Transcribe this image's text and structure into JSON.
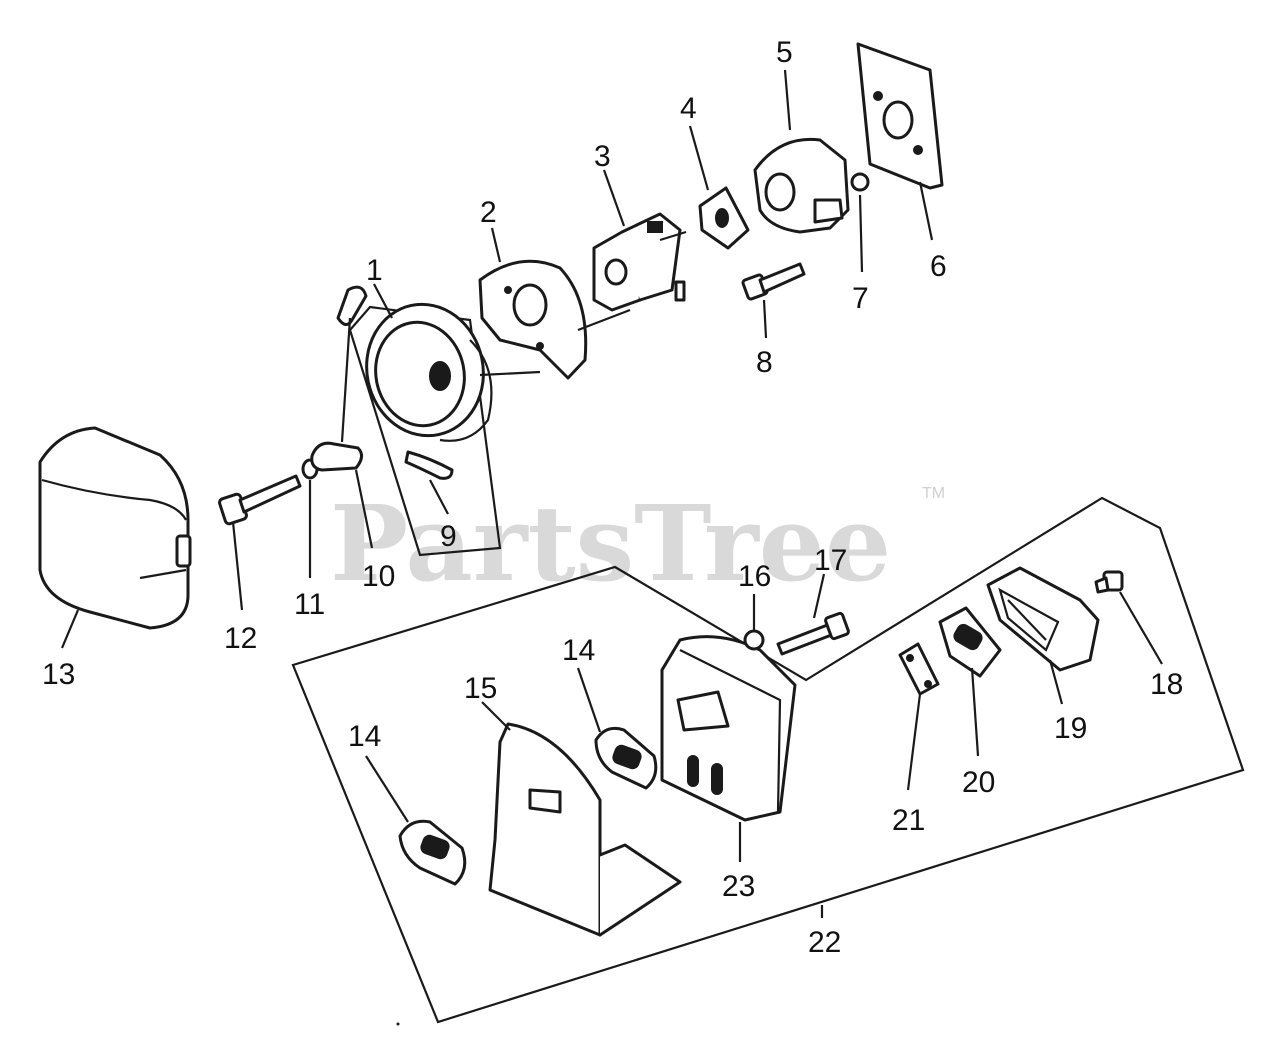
{
  "watermark": {
    "text": "PartsTree",
    "mark": "TM"
  },
  "callouts": [
    {
      "id": "1",
      "label": "1"
    },
    {
      "id": "2",
      "label": "2"
    },
    {
      "id": "3",
      "label": "3"
    },
    {
      "id": "4",
      "label": "4"
    },
    {
      "id": "5",
      "label": "5"
    },
    {
      "id": "6",
      "label": "6"
    },
    {
      "id": "7",
      "label": "7"
    },
    {
      "id": "8",
      "label": "8"
    },
    {
      "id": "9",
      "label": "9"
    },
    {
      "id": "10",
      "label": "10"
    },
    {
      "id": "11",
      "label": "11"
    },
    {
      "id": "12",
      "label": "12"
    },
    {
      "id": "13",
      "label": "13"
    },
    {
      "id": "14a",
      "label": "14"
    },
    {
      "id": "14b",
      "label": "14"
    },
    {
      "id": "15",
      "label": "15"
    },
    {
      "id": "16",
      "label": "16"
    },
    {
      "id": "17",
      "label": "17"
    },
    {
      "id": "18",
      "label": "18"
    },
    {
      "id": "19",
      "label": "19"
    },
    {
      "id": "20",
      "label": "20"
    },
    {
      "id": "21",
      "label": "21"
    },
    {
      "id": "22",
      "label": "22"
    },
    {
      "id": "23",
      "label": "23"
    }
  ]
}
